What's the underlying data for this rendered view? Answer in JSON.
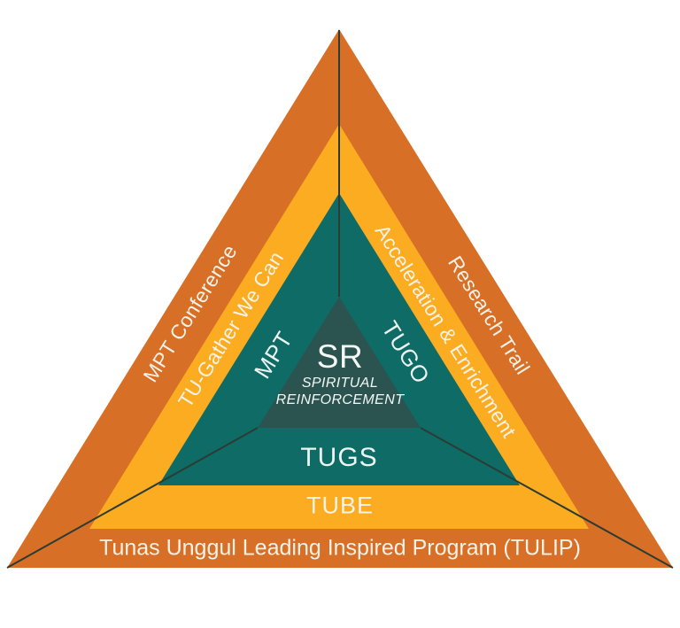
{
  "colors": {
    "background": "#ffffff",
    "outer_band": "#D86F26",
    "middle_band": "#FBAC21",
    "inner_band": "#0E6B66",
    "core": "#2B5450",
    "divider_line": "#2C3B33",
    "label_on_warm_bands": "#F7F2E7",
    "label_on_teal": "#EDF5F2",
    "core_label": "#F4F8F5"
  },
  "diagram": {
    "outer": {
      "left": "MPT Conference",
      "right": "Research Trail",
      "bottom": "Tunas Unggul Leading Inspired Program (TULIP)"
    },
    "middle": {
      "left": "TU-Gather We Can",
      "right": "Acceleration & Enrichment",
      "bottom": "TUBE"
    },
    "inner": {
      "left": "MPT",
      "right": "TUGO",
      "bottom": "TUGS"
    },
    "core": {
      "abbr": "SR",
      "title": "SPIRITUAL REINFORCEMENT"
    }
  }
}
